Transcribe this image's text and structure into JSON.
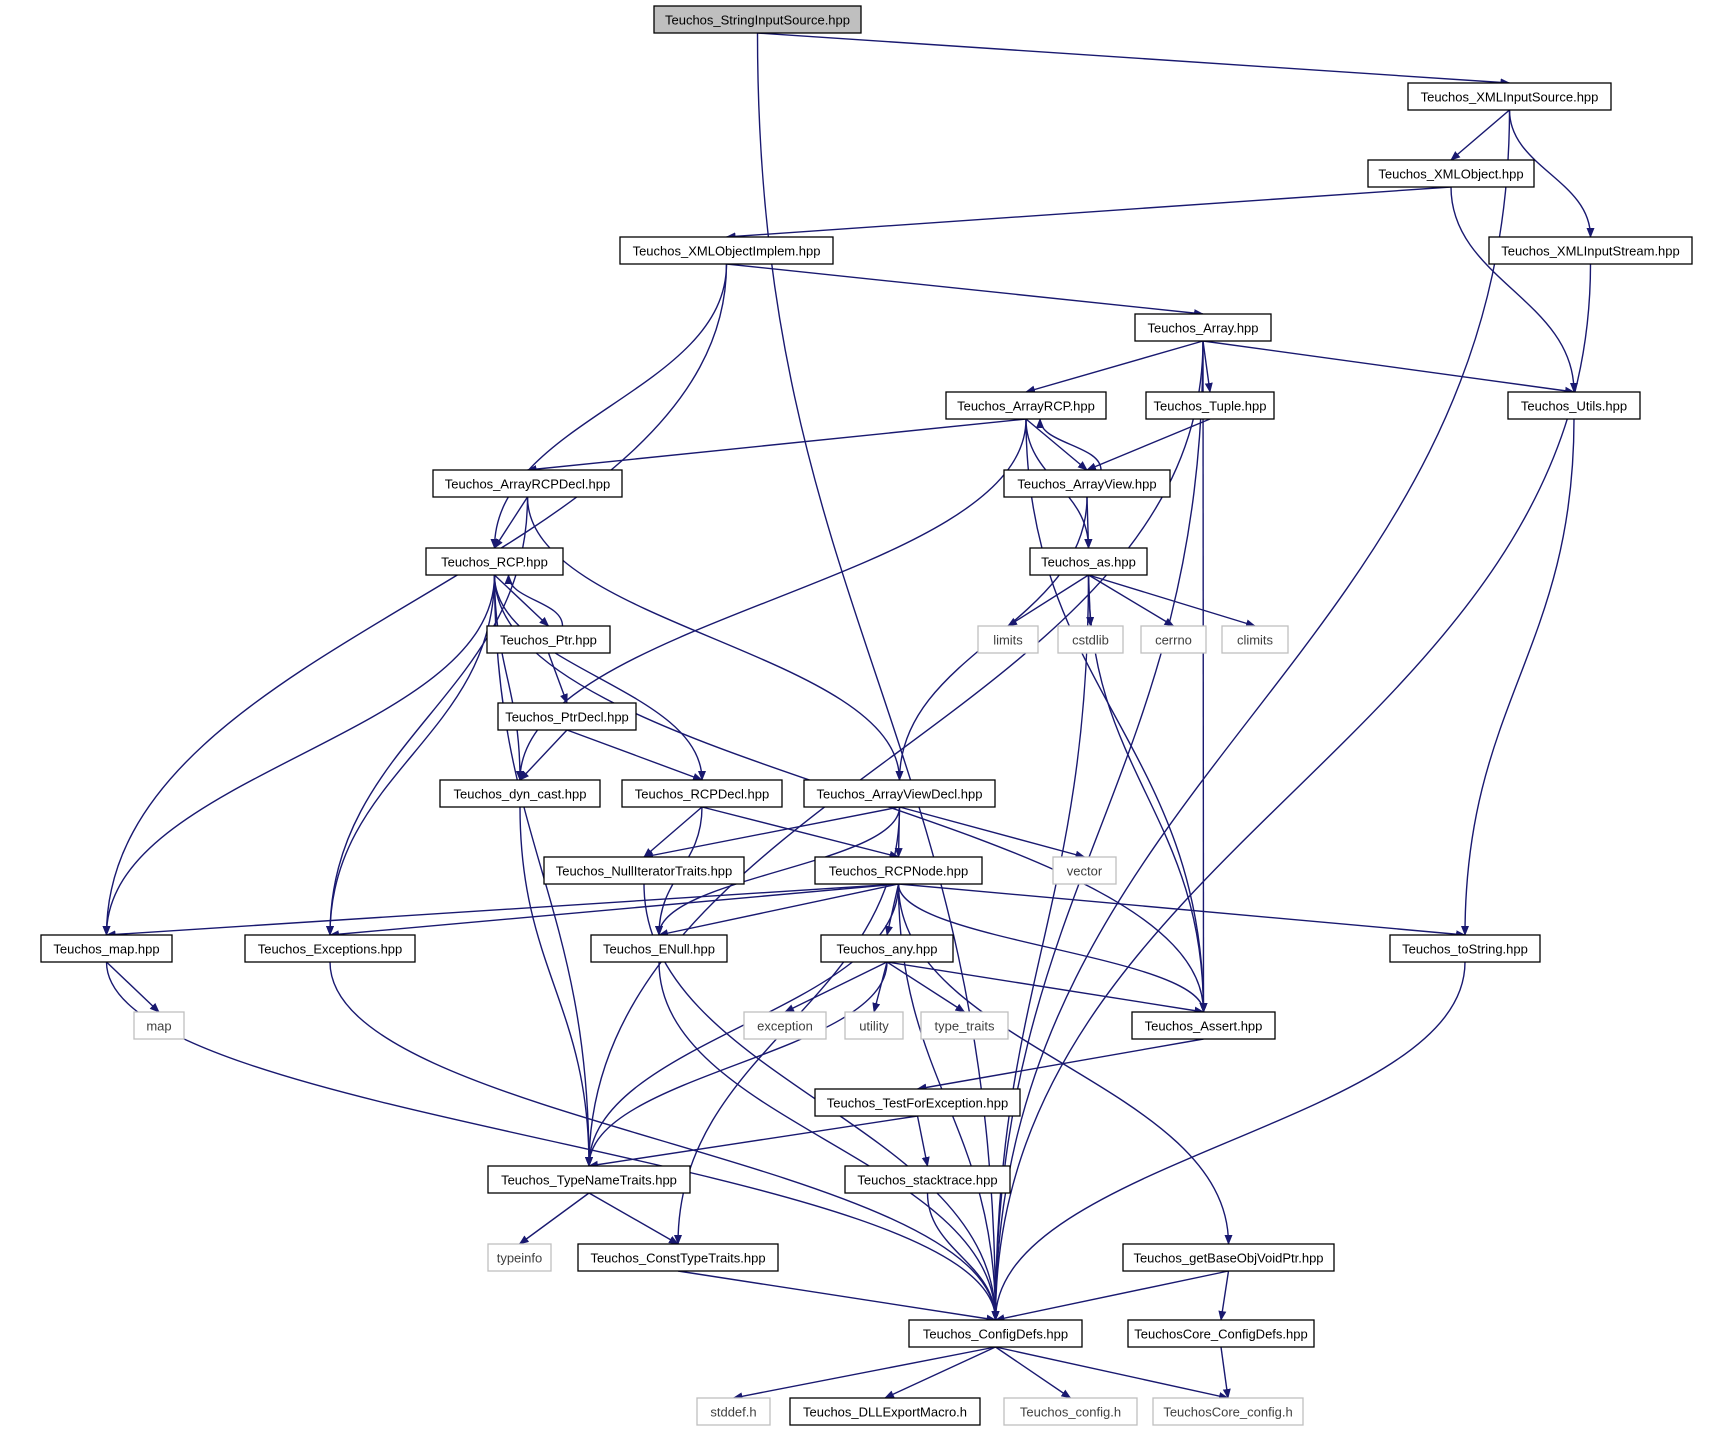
{
  "graph": {
    "nodes": [
      {
        "id": "StringInputSource",
        "label": "Teuchos_StringInputSource.hpp",
        "kind": "root"
      },
      {
        "id": "XMLInputSource",
        "label": "Teuchos_XMLInputSource.hpp",
        "kind": "file"
      },
      {
        "id": "XMLObject",
        "label": "Teuchos_XMLObject.hpp",
        "kind": "file"
      },
      {
        "id": "XMLObjectImplem",
        "label": "Teuchos_XMLObjectImplem.hpp",
        "kind": "file"
      },
      {
        "id": "XMLInputStream",
        "label": "Teuchos_XMLInputStream.hpp",
        "kind": "file"
      },
      {
        "id": "Array",
        "label": "Teuchos_Array.hpp",
        "kind": "file"
      },
      {
        "id": "ArrayRCP",
        "label": "Teuchos_ArrayRCP.hpp",
        "kind": "file"
      },
      {
        "id": "Tuple",
        "label": "Teuchos_Tuple.hpp",
        "kind": "file"
      },
      {
        "id": "Utils",
        "label": "Teuchos_Utils.hpp",
        "kind": "file"
      },
      {
        "id": "ArrayRCPDecl",
        "label": "Teuchos_ArrayRCPDecl.hpp",
        "kind": "file"
      },
      {
        "id": "ArrayView",
        "label": "Teuchos_ArrayView.hpp",
        "kind": "file"
      },
      {
        "id": "RCP",
        "label": "Teuchos_RCP.hpp",
        "kind": "file"
      },
      {
        "id": "as",
        "label": "Teuchos_as.hpp",
        "kind": "file"
      },
      {
        "id": "Ptr",
        "label": "Teuchos_Ptr.hpp",
        "kind": "file"
      },
      {
        "id": "limits",
        "label": "limits",
        "kind": "sys"
      },
      {
        "id": "cstdlib",
        "label": "cstdlib",
        "kind": "sys"
      },
      {
        "id": "cerrno",
        "label": "cerrno",
        "kind": "sys"
      },
      {
        "id": "climits",
        "label": "climits",
        "kind": "sys"
      },
      {
        "id": "PtrDecl",
        "label": "Teuchos_PtrDecl.hpp",
        "kind": "file"
      },
      {
        "id": "dyn_cast",
        "label": "Teuchos_dyn_cast.hpp",
        "kind": "file"
      },
      {
        "id": "RCPDecl",
        "label": "Teuchos_RCPDecl.hpp",
        "kind": "file"
      },
      {
        "id": "ArrayViewDecl",
        "label": "Teuchos_ArrayViewDecl.hpp",
        "kind": "file"
      },
      {
        "id": "NullIteratorTraits",
        "label": "Teuchos_NullIteratorTraits.hpp",
        "kind": "file"
      },
      {
        "id": "RCPNode",
        "label": "Teuchos_RCPNode.hpp",
        "kind": "file"
      },
      {
        "id": "vector",
        "label": "vector",
        "kind": "sys"
      },
      {
        "id": "map_hpp",
        "label": "Teuchos_map.hpp",
        "kind": "file"
      },
      {
        "id": "Exceptions",
        "label": "Teuchos_Exceptions.hpp",
        "kind": "file"
      },
      {
        "id": "ENull",
        "label": "Teuchos_ENull.hpp",
        "kind": "file"
      },
      {
        "id": "any",
        "label": "Teuchos_any.hpp",
        "kind": "file"
      },
      {
        "id": "toString",
        "label": "Teuchos_toString.hpp",
        "kind": "file"
      },
      {
        "id": "map",
        "label": "map",
        "kind": "sys"
      },
      {
        "id": "exception",
        "label": "exception",
        "kind": "sys"
      },
      {
        "id": "utility",
        "label": "utility",
        "kind": "sys"
      },
      {
        "id": "type_traits",
        "label": "type_traits",
        "kind": "sys"
      },
      {
        "id": "Assert",
        "label": "Teuchos_Assert.hpp",
        "kind": "file"
      },
      {
        "id": "TestForException",
        "label": "Teuchos_TestForException.hpp",
        "kind": "file"
      },
      {
        "id": "TypeNameTraits",
        "label": "Teuchos_TypeNameTraits.hpp",
        "kind": "file"
      },
      {
        "id": "stacktrace",
        "label": "Teuchos_stacktrace.hpp",
        "kind": "file"
      },
      {
        "id": "typeinfo",
        "label": "typeinfo",
        "kind": "sys"
      },
      {
        "id": "ConstTypeTraits",
        "label": "Teuchos_ConstTypeTraits.hpp",
        "kind": "file"
      },
      {
        "id": "getBaseObjVoidPtr",
        "label": "Teuchos_getBaseObjVoidPtr.hpp",
        "kind": "file"
      },
      {
        "id": "ConfigDefs",
        "label": "Teuchos_ConfigDefs.hpp",
        "kind": "file"
      },
      {
        "id": "CoreConfigDefs",
        "label": "TeuchosCore_ConfigDefs.hpp",
        "kind": "file"
      },
      {
        "id": "stddef",
        "label": "stddef.h",
        "kind": "sys"
      },
      {
        "id": "DLLExportMacro",
        "label": "Teuchos_DLLExportMacro.h",
        "kind": "file"
      },
      {
        "id": "config_h",
        "label": "Teuchos_config.h",
        "kind": "sys"
      },
      {
        "id": "CoreConfig_h",
        "label": "TeuchosCore_config.h",
        "kind": "sys"
      }
    ],
    "edges": [
      [
        "StringInputSource",
        "XMLInputSource"
      ],
      [
        "StringInputSource",
        "ConfigDefs"
      ],
      [
        "XMLInputSource",
        "XMLObject"
      ],
      [
        "XMLInputSource",
        "XMLInputStream"
      ],
      [
        "XMLInputSource",
        "ConfigDefs"
      ],
      [
        "XMLObject",
        "XMLObjectImplem"
      ],
      [
        "XMLObject",
        "Utils"
      ],
      [
        "XMLObjectImplem",
        "map_hpp"
      ],
      [
        "XMLObjectImplem",
        "RCP"
      ],
      [
        "XMLObjectImplem",
        "Array"
      ],
      [
        "XMLInputStream",
        "ConfigDefs"
      ],
      [
        "Array",
        "ArrayRCP"
      ],
      [
        "Array",
        "Tuple"
      ],
      [
        "Array",
        "Utils"
      ],
      [
        "Array",
        "TypeNameTraits"
      ],
      [
        "Array",
        "Assert"
      ],
      [
        "Array",
        "ConfigDefs"
      ],
      [
        "ArrayRCP",
        "ArrayRCPDecl"
      ],
      [
        "ArrayRCP",
        "ArrayView"
      ],
      [
        "ArrayRCP",
        "as"
      ],
      [
        "ArrayRCP",
        "dyn_cast"
      ],
      [
        "ArrayRCP",
        "Assert"
      ],
      [
        "ArrayView",
        "ArrayRCP"
      ],
      [
        "ArrayView",
        "as"
      ],
      [
        "ArrayView",
        "ArrayViewDecl"
      ],
      [
        "Tuple",
        "ArrayView"
      ],
      [
        "Utils",
        "toString"
      ],
      [
        "ArrayRCPDecl",
        "RCP"
      ],
      [
        "ArrayRCPDecl",
        "Exceptions"
      ],
      [
        "ArrayRCPDecl",
        "ArrayViewDecl"
      ],
      [
        "RCP",
        "Ptr"
      ],
      [
        "RCP",
        "RCPDecl"
      ],
      [
        "RCP",
        "dyn_cast"
      ],
      [
        "RCP",
        "map_hpp"
      ],
      [
        "RCP",
        "Exceptions"
      ],
      [
        "RCP",
        "TypeNameTraits"
      ],
      [
        "RCP",
        "Assert"
      ],
      [
        "Ptr",
        "RCP"
      ],
      [
        "Ptr",
        "PtrDecl"
      ],
      [
        "PtrDecl",
        "dyn_cast"
      ],
      [
        "PtrDecl",
        "RCPDecl"
      ],
      [
        "as",
        "limits"
      ],
      [
        "as",
        "cstdlib"
      ],
      [
        "as",
        "cerrno"
      ],
      [
        "as",
        "climits"
      ],
      [
        "as",
        "Assert"
      ],
      [
        "as",
        "ConfigDefs"
      ],
      [
        "dyn_cast",
        "TypeNameTraits"
      ],
      [
        "RCPDecl",
        "NullIteratorTraits"
      ],
      [
        "RCPDecl",
        "RCPNode"
      ],
      [
        "RCPDecl",
        "ENull"
      ],
      [
        "ArrayViewDecl",
        "RCPNode"
      ],
      [
        "ArrayViewDecl",
        "NullIteratorTraits"
      ],
      [
        "ArrayViewDecl",
        "vector"
      ],
      [
        "ArrayViewDecl",
        "ENull"
      ],
      [
        "ArrayViewDecl",
        "ConstTypeTraits"
      ],
      [
        "NullIteratorTraits",
        "ConfigDefs"
      ],
      [
        "RCPNode",
        "map_hpp"
      ],
      [
        "RCPNode",
        "Exceptions"
      ],
      [
        "RCPNode",
        "ENull"
      ],
      [
        "RCPNode",
        "any"
      ],
      [
        "RCPNode",
        "Assert"
      ],
      [
        "RCPNode",
        "toString"
      ],
      [
        "RCPNode",
        "TypeNameTraits"
      ],
      [
        "RCPNode",
        "getBaseObjVoidPtr"
      ],
      [
        "RCPNode",
        "ConfigDefs"
      ],
      [
        "map_hpp",
        "map"
      ],
      [
        "map_hpp",
        "ConfigDefs"
      ],
      [
        "Exceptions",
        "ConfigDefs"
      ],
      [
        "ENull",
        "ConfigDefs"
      ],
      [
        "any",
        "exception"
      ],
      [
        "any",
        "utility"
      ],
      [
        "any",
        "type_traits"
      ],
      [
        "any",
        "Assert"
      ],
      [
        "any",
        "TypeNameTraits"
      ],
      [
        "toString",
        "ConfigDefs"
      ],
      [
        "Assert",
        "TestForException"
      ],
      [
        "TestForException",
        "TypeNameTraits"
      ],
      [
        "TestForException",
        "stacktrace"
      ],
      [
        "TypeNameTraits",
        "typeinfo"
      ],
      [
        "TypeNameTraits",
        "ConstTypeTraits"
      ],
      [
        "stacktrace",
        "ConfigDefs"
      ],
      [
        "ConstTypeTraits",
        "ConfigDefs"
      ],
      [
        "getBaseObjVoidPtr",
        "ConfigDefs"
      ],
      [
        "getBaseObjVoidPtr",
        "CoreConfigDefs"
      ],
      [
        "ConfigDefs",
        "stddef"
      ],
      [
        "ConfigDefs",
        "DLLExportMacro"
      ],
      [
        "ConfigDefs",
        "config_h"
      ],
      [
        "ConfigDefs",
        "CoreConfig_h"
      ],
      [
        "CoreConfigDefs",
        "CoreConfig_h"
      ]
    ]
  }
}
